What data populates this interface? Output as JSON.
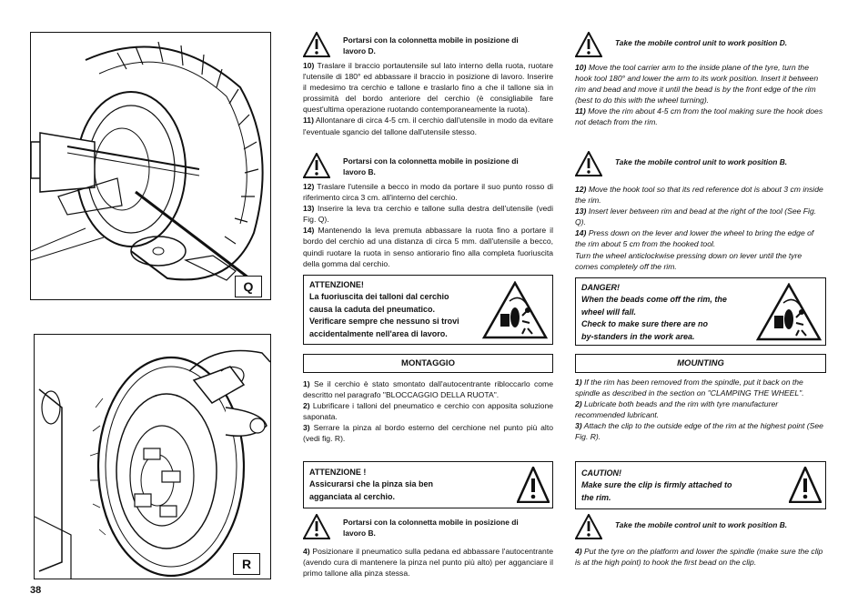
{
  "page_number": "38",
  "figures": {
    "q_label": "Q",
    "r_label": "R"
  },
  "italian": {
    "note1": "Portarsi con la colonnetta mobile  in posizione di lavoro D.",
    "p10_num": "10)",
    "p10_text": "Traslare il braccio portautensile sul lato interno della ruota, ruotare l'utensile di 180° ed abbassare il braccio in posizione di lavoro. Inserire il medesimo tra cerchio e tallone e traslarlo fino a che il tallone sia in prossimità del bordo anteriore del cerchio  (è consigliabile fare quest'ultima operazione ruotando contemporaneamente la ruota).",
    "p11_num": "11)",
    "p11_text": "Allontanare di circa 4-5 cm. il cerchio dall'utensile in modo da evitare l'eventuale sgancio del tallone dall'utensile stesso.",
    "note2": "Portarsi con la colonnetta mobile  in posizione di lavoro B.",
    "p12_num": "12)",
    "p12_text": "Traslare  l'utensile a becco in modo da portare il suo punto rosso di riferimento circa 3 cm. all'interno del cerchio.",
    "p13_num": "13)",
    "p13_text": "Inserire la leva     tra cerchio e tallone sulla destra dell'utensile (vedi Fig. Q).",
    "p14_num": "14)",
    "p14_text": "Mantenendo la leva premuta abbassare la ruota fino a portare il bordo del cerchio ad una distanza di circa 5 mm. dall'utensile a becco, quindi ruotare la ruota in senso antiorario fino alla completa fuoriuscita della gomma dal cerchio.",
    "warning_box": {
      "title": "ATTENZIONE!",
      "line1": "La fuoriuscita dei talloni dal cerchio",
      "line2": "causa la caduta del pneumatico.",
      "line3": "Verificare sempre che nessuno si trovi",
      "line4": "accidentalmente nell'area di lavoro."
    },
    "heading": "MONTAGGIO",
    "m1_num": "1)",
    "m1_text": "Se il cerchio è stato smontato dall'autocentrante  ribloccarlo come descritto nel paragrafo \"BLOCCAGGIO DELLA RUOTA\".",
    "m2_num": "2)",
    "m2_text": "Lubrificare i talloni del pneumatico e cerchio con apposita soluzione saponata.",
    "m3_num": "3)",
    "m3_text": "Serrare la pinza   al bordo esterno del cerchione nel punto più alto (vedi fig. R).",
    "caution_box": {
      "title": "ATTENZIONE !",
      "line1": "Assicurarsi che la pinza sia ben",
      "line2": "agganciata al cerchio."
    },
    "note3": "Portarsi con la colonnetta mobile  in posizione di lavoro B.",
    "m4_num": "4)",
    "m4_text": "Posizionare il pneumatico sulla pedana ed abbassare l'autocentrante (avendo cura di mantenere la pinza nel punto più alto) per agganciare il primo tallone alla pinza stessa."
  },
  "english": {
    "note1": "Take the mobile control unit to work   position D.",
    "p10_num": "10)",
    "p10_text": "Move the tool carrier arm to the inside plane of the tyre, turn the hook tool 180° and lower the arm to its work position. Insert it between rim and bead  and move it until the bead is by the front edge of the rim (best to do this with the wheel turning).",
    "p11_num": "11)",
    "p11_text": "Move the rim about 4-5 cm from the tool making sure the hook does not detach from the rim.",
    "note2": "Take the mobile control unit to work   position B.",
    "p12_num": "12)",
    "p12_text": "Move the hook tool so that its red reference dot is about 3 cm inside the rim.",
    "p13_num": "13)",
    "p13_text": "Insert lever   between rim and bead at the right of the tool (See Fig. Q).",
    "p14_num": "14)",
    "p14_text": "Press down on the lever and lower the wheel to bring the edge of the rim about 5 cm from the hooked tool.",
    "p14b_text": "Turn the wheel anticlockwise pressing down on lever   until the tyre comes completely off the rim.",
    "warning_box": {
      "title": "DANGER!",
      "line1": "When the beads come off the rim, the",
      "line2": "wheel will fall.",
      "line3": "Check to make sure there are no",
      "line4": "by-standers in the work area."
    },
    "heading": "MOUNTING",
    "m1_num": "1)",
    "m1_text": "If the rim has been removed from the spindle, put it back on the spindle as described in the section on \"CLAMPING THE WHEEL\".",
    "m2_num": "2)",
    "m2_text": "Lubricate both beads and the rim with tyre manufacturer recommended lubricant.",
    "m3_num": "3)",
    "m3_text": "Attach the   clip to the outside edge of the rim at the highest point (See Fig. R).",
    "caution_box": {
      "title": "CAUTION!",
      "line1": "Make sure the clip is firmly attached to",
      "line2": "the rim."
    },
    "note3": "Take the mobile control unit to work position B.",
    "m4_num": "4)",
    "m4_text": "Put the tyre on the platform and lower the spindle (make sure the clip is at the high point) to hook the first bead on the clip."
  }
}
